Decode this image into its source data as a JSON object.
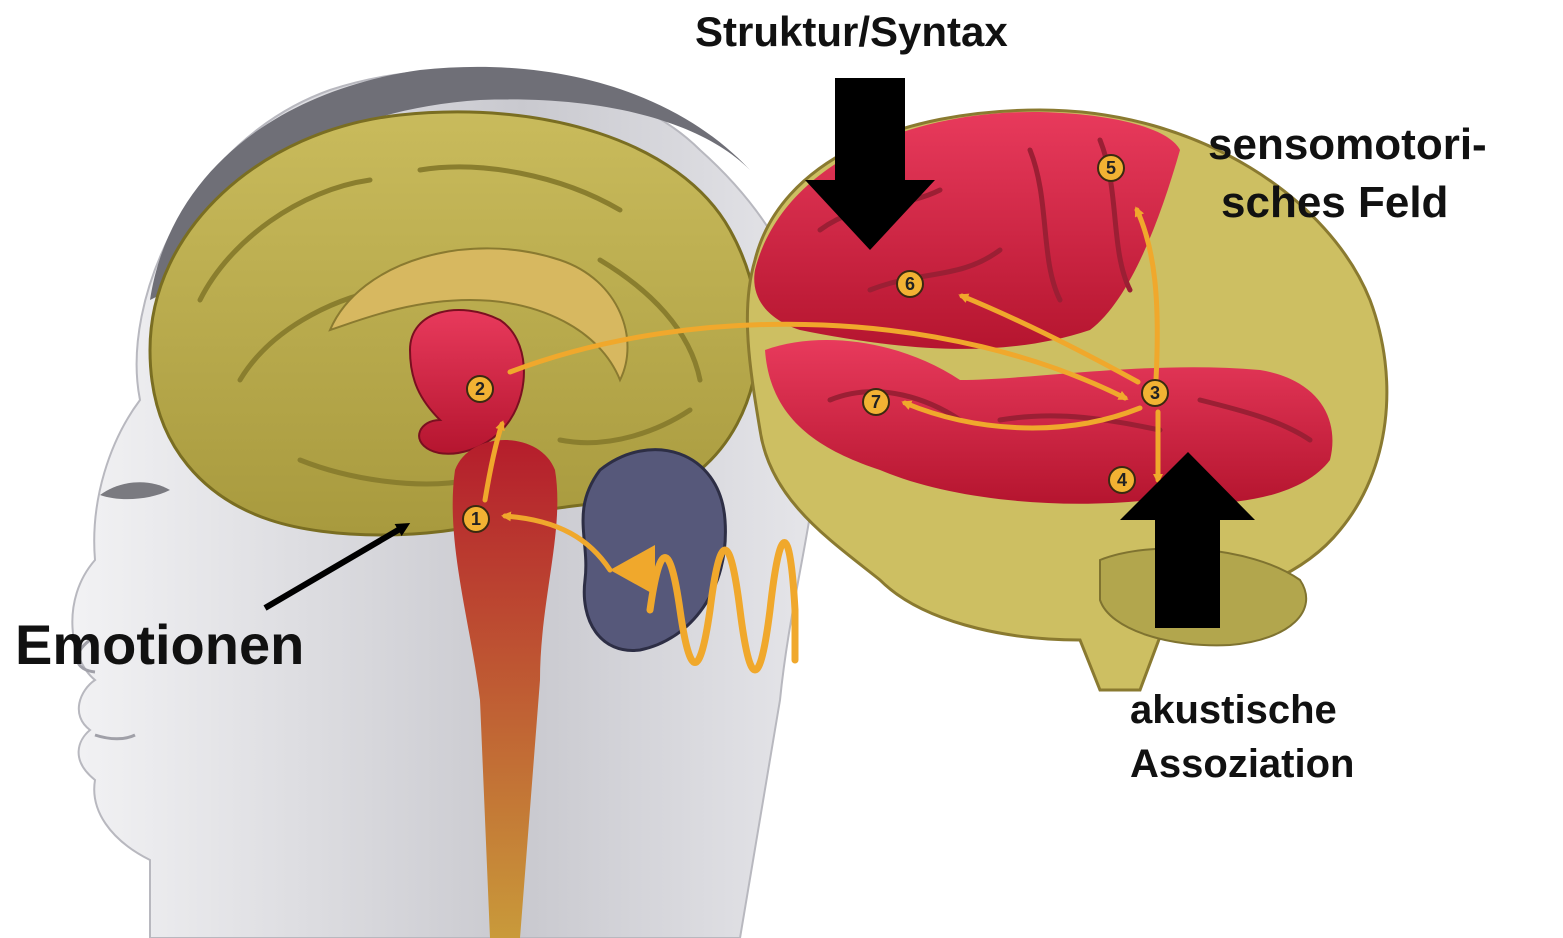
{
  "labels": {
    "struktur": "Struktur/Syntax",
    "senso_line1": "sensomotori-",
    "senso_line2": "sches Feld",
    "emotionen": "Emotionen",
    "akustik_line1": "akustische",
    "akustik_line2": "Assoziation"
  },
  "markers": [
    "1",
    "2",
    "3",
    "4",
    "5",
    "6",
    "7"
  ],
  "colors": {
    "pathway": "#f0a82c",
    "active_region": "#d5254a",
    "brain_tissue": "#cdbf62",
    "skin": "#d9d9dc",
    "ear": "#5a5a78",
    "arrow": "#000000"
  }
}
